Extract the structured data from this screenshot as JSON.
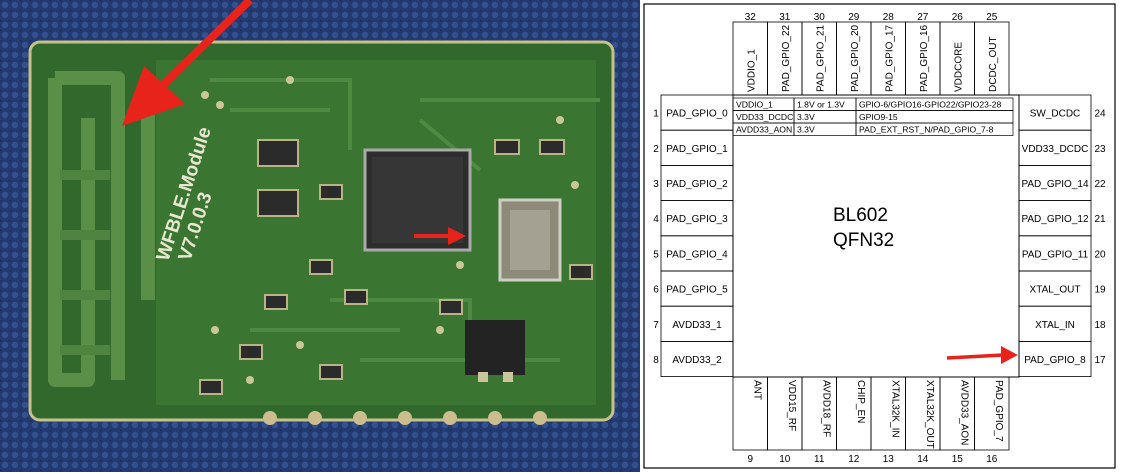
{
  "photo": {
    "silkscreen_line1": "WFBLE.Module",
    "silkscreen_line2": "V7.0.0.3"
  },
  "diagram": {
    "chip_name": "BL602",
    "package": "QFN32",
    "top_pins": [
      {
        "num": "32",
        "name": "VDDIO_1"
      },
      {
        "num": "31",
        "name": "PAD_GPIO_22"
      },
      {
        "num": "30",
        "name": "PAD_GPIO_21"
      },
      {
        "num": "29",
        "name": "PAD_GPIO_20"
      },
      {
        "num": "28",
        "name": "PAD_GPIO_17"
      },
      {
        "num": "27",
        "name": "PAD_GPIO_16"
      },
      {
        "num": "26",
        "name": "VDDCORE"
      },
      {
        "num": "25",
        "name": "DCDC_OUT"
      }
    ],
    "left_pins": [
      {
        "num": "1",
        "name": "PAD_GPIO_0"
      },
      {
        "num": "2",
        "name": "PAD_GPIO_1"
      },
      {
        "num": "3",
        "name": "PAD_GPIO_2"
      },
      {
        "num": "4",
        "name": "PAD_GPIO_3"
      },
      {
        "num": "5",
        "name": "PAD_GPIO_4"
      },
      {
        "num": "6",
        "name": "PAD_GPIO_5"
      },
      {
        "num": "7",
        "name": "AVDD33_1"
      },
      {
        "num": "8",
        "name": "AVDD33_2"
      }
    ],
    "right_pins": [
      {
        "num": "24",
        "name": "SW_DCDC"
      },
      {
        "num": "23",
        "name": "VDD33_DCDC"
      },
      {
        "num": "22",
        "name": "PAD_GPIO_14"
      },
      {
        "num": "21",
        "name": "PAD_GPIO_12"
      },
      {
        "num": "20",
        "name": "PAD_GPIO_11"
      },
      {
        "num": "19",
        "name": "XTAL_OUT"
      },
      {
        "num": "18",
        "name": "XTAL_IN"
      },
      {
        "num": "17",
        "name": "PAD_GPIO_8"
      }
    ],
    "bottom_pins": [
      {
        "num": "9",
        "name": "ANT"
      },
      {
        "num": "10",
        "name": "VDD15_RF"
      },
      {
        "num": "11",
        "name": "AVDD18_RF"
      },
      {
        "num": "12",
        "name": "CHIP_EN"
      },
      {
        "num": "13",
        "name": "XTAL32K_IN"
      },
      {
        "num": "14",
        "name": "XTAL32K_OUT"
      },
      {
        "num": "15",
        "name": "AVDD33_AON"
      },
      {
        "num": "16",
        "name": "PAD_GPIO_7"
      }
    ],
    "power_table": [
      [
        "VDDIO_1",
        "1.8V or 1.3V",
        "GPIO-6/GPIO16-GPIO22/GPIO23-28"
      ],
      [
        "VDD33_DCDC",
        "3.3V",
        "GPIO9-15"
      ],
      [
        "AVDD33_AON",
        "3.3V",
        "PAD_EXT_RST_N/PAD_GPIO_7-8"
      ]
    ]
  },
  "colors": {
    "arrow": "#e8231b",
    "pcb": "#2f6a2c",
    "fabric": "#27407a"
  }
}
